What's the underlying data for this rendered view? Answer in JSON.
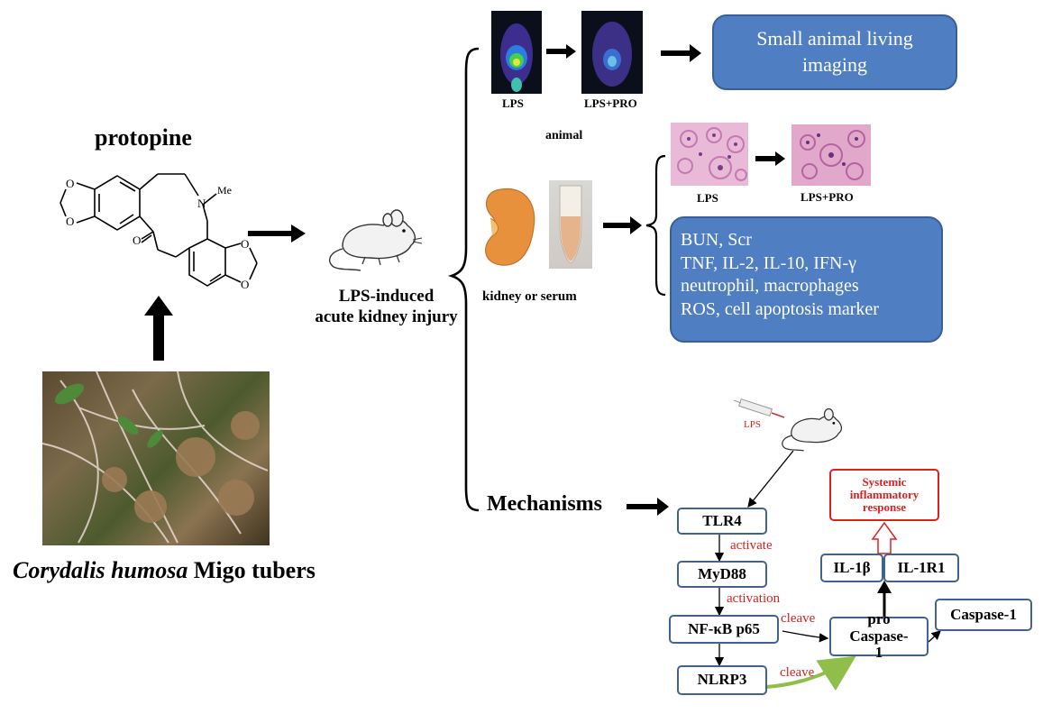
{
  "compound": {
    "title": "protopine",
    "me_label": "Me",
    "n_label": "N",
    "o_label": "O"
  },
  "plant": {
    "caption_italic": "Corydalis humosa",
    "caption_plain": " Migo tubers"
  },
  "model": {
    "line1": "LPS-induced",
    "line2": "acute kidney injury"
  },
  "animal": {
    "label": "animal",
    "img1_label": "LPS",
    "img2_label": "LPS+PRO",
    "result": "Small animal living imaging"
  },
  "kidney": {
    "label": "kidney or serum",
    "histo1_label": "LPS",
    "histo2_label": "LPS+PRO",
    "markers": [
      "BUN, Scr",
      "TNF, IL-2, IL-10, IFN-γ",
      "neutrophil, macrophages",
      "ROS, cell apoptosis marker"
    ]
  },
  "mechanisms": {
    "label": "Mechanisms",
    "syringe_label": "LPS",
    "tlr4": "TLR4",
    "myd88": "MyD88",
    "nfkb": "NF-κB p65",
    "nlrp3": "NLRP3",
    "pro_casp": "pro Caspase-1",
    "casp1": "Caspase-1",
    "il1b": "IL-1β",
    "il1r1": "IL-1R1",
    "systemic": "Systemic inflammatory response",
    "activate": "activate",
    "activation": "activation",
    "cleave1": "cleave",
    "cleave2": "cleave"
  },
  "colors": {
    "result_box": "#4f7ec2",
    "mech_border": "#41648f",
    "red_text": "#e02020",
    "green_arrow": "#8fbf4a"
  }
}
